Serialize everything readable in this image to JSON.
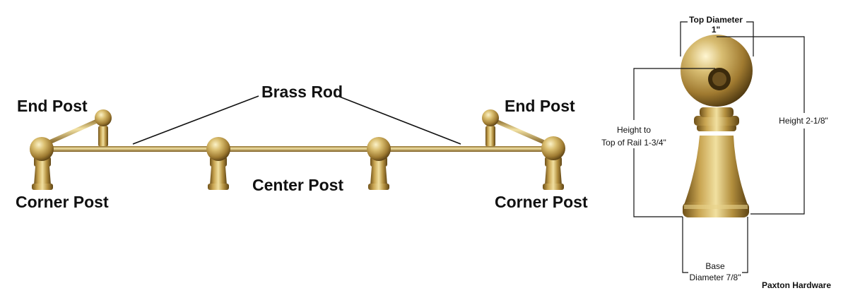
{
  "labels": {
    "end_post_left": "End Post",
    "end_post_right": "End Post",
    "brass_rod": "Brass Rod",
    "center_post": "Center Post",
    "corner_post_left": "Corner Post",
    "corner_post_right": "Corner Post"
  },
  "dimensions": {
    "top_diameter_label": "Top Diameter",
    "top_diameter_value": "1\"",
    "height_to_rail_line1": "Height to",
    "height_to_rail_line2": "Top of Rail 1-3/4\"",
    "height_total": "Height 2-1/8\"",
    "base_line1": "Base",
    "base_line2": "Diameter 7/8\""
  },
  "brand": "Paxton Hardware",
  "colors": {
    "brass_light": "#f4e6a8",
    "brass_mid": "#c9a552",
    "brass_dark": "#7a5a1e"
  }
}
